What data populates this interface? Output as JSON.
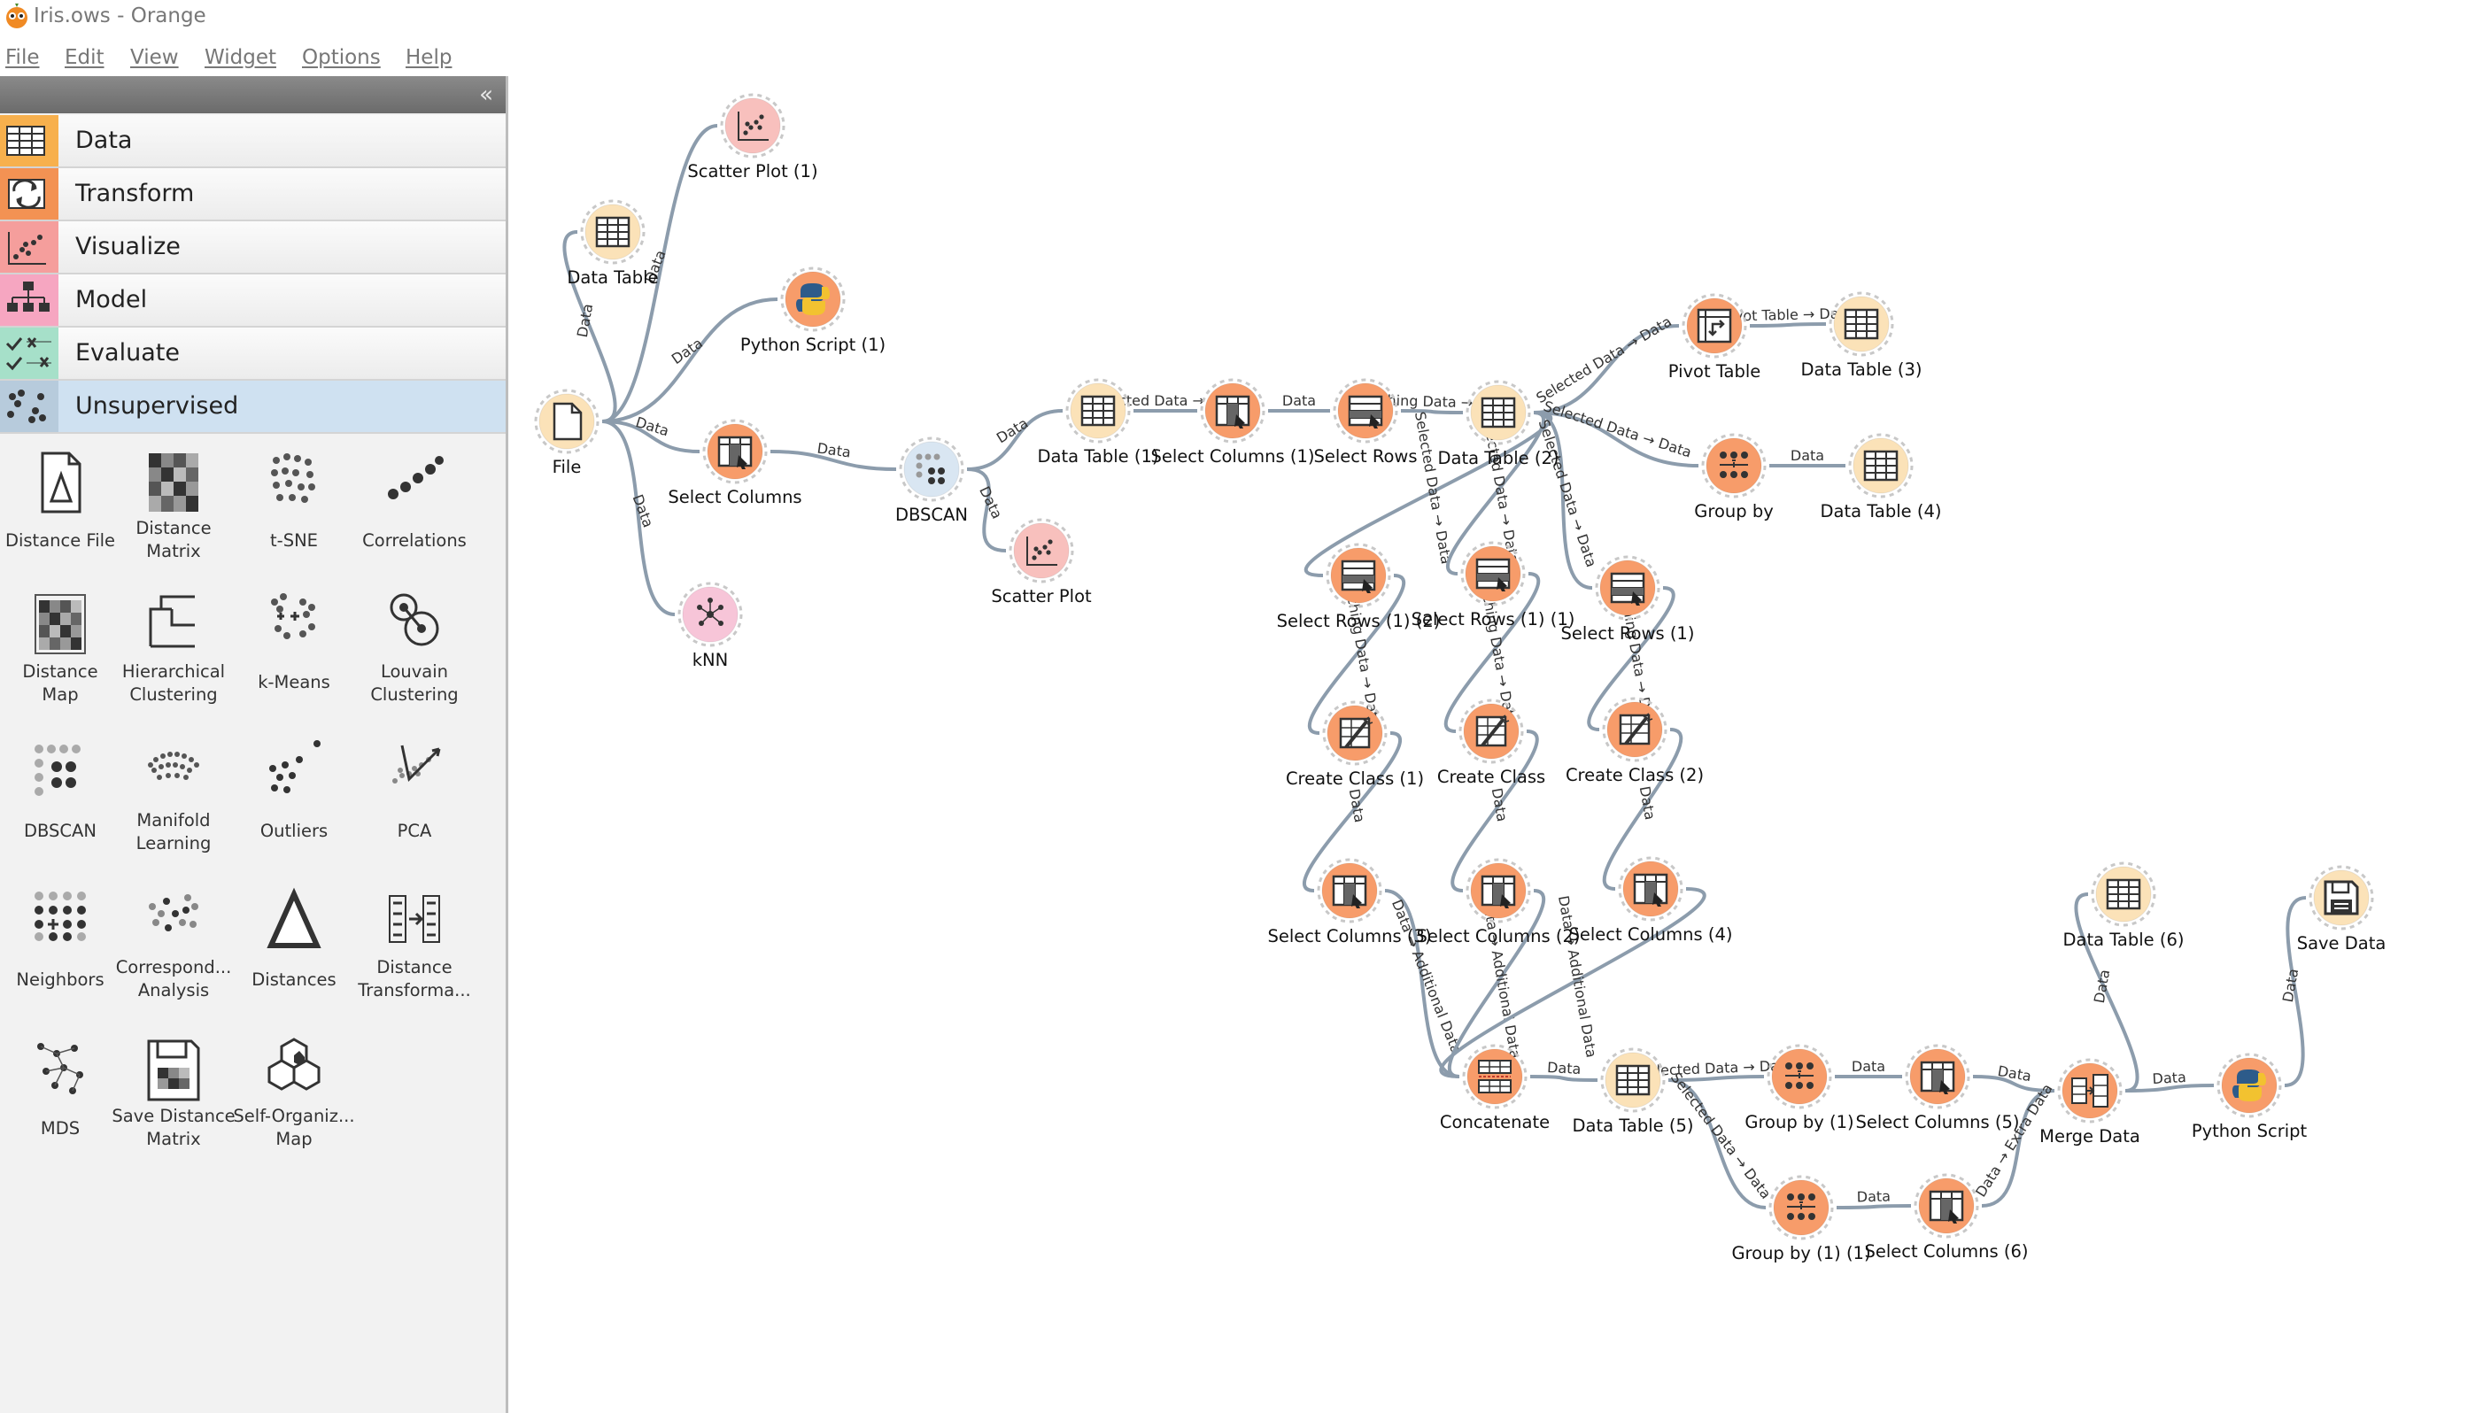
{
  "window": {
    "title": "Iris.ows - Orange"
  },
  "menu": [
    "File",
    "Edit",
    "View",
    "Widget",
    "Options",
    "Help"
  ],
  "dock": {
    "collapse_label": "«",
    "categories": [
      {
        "label": "Data",
        "color": "#f7b04d",
        "icon": "data-table-icon"
      },
      {
        "label": "Transform",
        "color": "#f39253",
        "icon": "transform-icon"
      },
      {
        "label": "Visualize",
        "color": "#f59e9c",
        "icon": "scatter-icon"
      },
      {
        "label": "Model",
        "color": "#f6a6c1",
        "icon": "tree-icon"
      },
      {
        "label": "Evaluate",
        "color": "#a6e0c9",
        "icon": "evaluate-icon"
      },
      {
        "label": "Unsupervised",
        "color": "#b7cbdc",
        "icon": "cluster-icon"
      }
    ],
    "tools": [
      {
        "label": "Distance File",
        "icon": "distance-file-icon"
      },
      {
        "label": "Distance\nMatrix",
        "icon": "distance-matrix-icon"
      },
      {
        "label": "t-SNE",
        "icon": "tsne-icon"
      },
      {
        "label": "Correlations",
        "icon": "correlations-icon"
      },
      {
        "label": "Distance\nMap",
        "icon": "distance-map-icon"
      },
      {
        "label": "Hierarchical\nClustering",
        "icon": "hierarchical-clustering-icon"
      },
      {
        "label": "k-Means",
        "icon": "kmeans-icon"
      },
      {
        "label": "Louvain\nClustering",
        "icon": "louvain-icon"
      },
      {
        "label": "DBSCAN",
        "icon": "dbscan-icon"
      },
      {
        "label": "Manifold\nLearning",
        "icon": "manifold-icon"
      },
      {
        "label": "Outliers",
        "icon": "outliers-icon"
      },
      {
        "label": "PCA",
        "icon": "pca-icon"
      },
      {
        "label": "Neighbors",
        "icon": "neighbors-icon"
      },
      {
        "label": "Correspond...\nAnalysis",
        "icon": "correspondence-icon"
      },
      {
        "label": "Distances",
        "icon": "distances-icon"
      },
      {
        "label": "Distance\nTransforma...",
        "icon": "distance-transformation-icon"
      },
      {
        "label": "MDS",
        "icon": "mds-icon"
      },
      {
        "label": "Save Distance\nMatrix",
        "icon": "save-distance-icon"
      },
      {
        "label": "Self-Organiz...\nMap",
        "icon": "som-icon"
      }
    ]
  },
  "colors": {
    "data": "#fbe2b8",
    "transform": "#f79c6a",
    "visualize": "#f8c0bd",
    "model": "#f7c5d8",
    "unsupervised": "#d9e6f2",
    "link": "#8c9cac"
  },
  "nodes": [
    {
      "id": "file",
      "label": "File",
      "cat": "data",
      "icon": "file-icon"
    },
    {
      "id": "dt",
      "label": "Data Table",
      "cat": "data",
      "icon": "table-icon"
    },
    {
      "id": "sp1",
      "label": "Scatter Plot (1)",
      "cat": "visualize",
      "icon": "scatter-icon"
    },
    {
      "id": "py1",
      "label": "Python Script (1)",
      "cat": "transform",
      "icon": "python-icon"
    },
    {
      "id": "selcols",
      "label": "Select Columns",
      "cat": "transform",
      "icon": "select-columns-icon"
    },
    {
      "id": "knn",
      "label": "kNN",
      "cat": "model",
      "icon": "knn-icon"
    },
    {
      "id": "dbscan",
      "label": "DBSCAN",
      "cat": "unsupervised",
      "icon": "dbscan-icon"
    },
    {
      "id": "sp",
      "label": "Scatter Plot",
      "cat": "visualize",
      "icon": "scatter-icon"
    },
    {
      "id": "dt1",
      "label": "Data Table (1)",
      "cat": "data",
      "icon": "table-icon"
    },
    {
      "id": "sc1",
      "label": "Select Columns (1)",
      "cat": "transform",
      "icon": "select-columns-icon"
    },
    {
      "id": "sr",
      "label": "Select Rows",
      "cat": "transform",
      "icon": "select-rows-icon"
    },
    {
      "id": "dt2",
      "label": "Data Table (2)",
      "cat": "data",
      "icon": "table-icon"
    },
    {
      "id": "pivot",
      "label": "Pivot Table",
      "cat": "transform",
      "icon": "pivot-icon"
    },
    {
      "id": "dt3",
      "label": "Data Table (3)",
      "cat": "data",
      "icon": "table-icon"
    },
    {
      "id": "gb",
      "label": "Group by",
      "cat": "transform",
      "icon": "group-by-icon"
    },
    {
      "id": "dt4",
      "label": "Data Table (4)",
      "cat": "data",
      "icon": "table-icon"
    },
    {
      "id": "sr12",
      "label": "Select Rows (1) (2)",
      "cat": "transform",
      "icon": "select-rows-icon"
    },
    {
      "id": "sr11",
      "label": "Select Rows (1) (1)",
      "cat": "transform",
      "icon": "select-rows-icon"
    },
    {
      "id": "sr1",
      "label": "Select Rows (1)",
      "cat": "transform",
      "icon": "select-rows-icon"
    },
    {
      "id": "cc1",
      "label": "Create Class (1)",
      "cat": "transform",
      "icon": "create-class-icon"
    },
    {
      "id": "cc",
      "label": "Create Class",
      "cat": "transform",
      "icon": "create-class-icon"
    },
    {
      "id": "cc2",
      "label": "Create Class (2)",
      "cat": "transform",
      "icon": "create-class-icon"
    },
    {
      "id": "sc3",
      "label": "Select Columns (3)",
      "cat": "transform",
      "icon": "select-columns-icon"
    },
    {
      "id": "sc2",
      "label": "Select Columns (2)",
      "cat": "transform",
      "icon": "select-columns-icon"
    },
    {
      "id": "sc4",
      "label": "Select Columns (4)",
      "cat": "transform",
      "icon": "select-columns-icon"
    },
    {
      "id": "concat",
      "label": "Concatenate",
      "cat": "transform",
      "icon": "concatenate-icon"
    },
    {
      "id": "dt5",
      "label": "Data Table (5)",
      "cat": "data",
      "icon": "table-icon"
    },
    {
      "id": "gb1",
      "label": "Group by (1)",
      "cat": "transform",
      "icon": "group-by-icon"
    },
    {
      "id": "sc5",
      "label": "Select Columns (5)",
      "cat": "transform",
      "icon": "select-columns-icon"
    },
    {
      "id": "gb11",
      "label": "Group by (1) (1)",
      "cat": "transform",
      "icon": "group-by-icon"
    },
    {
      "id": "sc6",
      "label": "Select Columns (6)",
      "cat": "transform",
      "icon": "select-columns-icon"
    },
    {
      "id": "merge",
      "label": "Merge Data",
      "cat": "transform",
      "icon": "merge-icon"
    },
    {
      "id": "dt6",
      "label": "Data Table (6)",
      "cat": "data",
      "icon": "table-icon"
    },
    {
      "id": "py",
      "label": "Python Script",
      "cat": "transform",
      "icon": "python-icon"
    },
    {
      "id": "save",
      "label": "Save Data",
      "cat": "data",
      "icon": "save-icon"
    }
  ],
  "links": [
    {
      "from": "file",
      "to": "dt",
      "label": "Data"
    },
    {
      "from": "file",
      "to": "sp1",
      "label": "Data"
    },
    {
      "from": "file",
      "to": "py1",
      "label": "Data"
    },
    {
      "from": "file",
      "to": "selcols",
      "label": "Data"
    },
    {
      "from": "file",
      "to": "knn",
      "label": "Data"
    },
    {
      "from": "selcols",
      "to": "dbscan",
      "label": "Data"
    },
    {
      "from": "dbscan",
      "to": "dt1",
      "label": "Data"
    },
    {
      "from": "dbscan",
      "to": "sp",
      "label": "Data"
    },
    {
      "from": "dt1",
      "to": "sc1",
      "label": "Selected Data → Data"
    },
    {
      "from": "sc1",
      "to": "sr",
      "label": "Data"
    },
    {
      "from": "sr",
      "to": "dt2",
      "label": "Matching Data → Data"
    },
    {
      "from": "dt2",
      "to": "pivot",
      "label": "Selected Data → Data"
    },
    {
      "from": "pivot",
      "to": "dt3",
      "label": "Pivot Table → Data"
    },
    {
      "from": "dt2",
      "to": "gb",
      "label": "Selected Data → Data"
    },
    {
      "from": "gb",
      "to": "dt4",
      "label": "Data"
    },
    {
      "from": "dt2",
      "to": "sr12",
      "label": "Selected Data → Data"
    },
    {
      "from": "dt2",
      "to": "sr11",
      "label": "Selected Data → Data"
    },
    {
      "from": "dt2",
      "to": "sr1",
      "label": "Selected Data → Data"
    },
    {
      "from": "sr12",
      "to": "cc1",
      "label": "Matching Data → Data"
    },
    {
      "from": "sr11",
      "to": "cc",
      "label": "Matching Data → Data"
    },
    {
      "from": "sr1",
      "to": "cc2",
      "label": "Matching Data → Data"
    },
    {
      "from": "cc1",
      "to": "sc3",
      "label": "Data"
    },
    {
      "from": "cc",
      "to": "sc2",
      "label": "Data"
    },
    {
      "from": "cc2",
      "to": "sc4",
      "label": "Data"
    },
    {
      "from": "sc3",
      "to": "concat",
      "label": "Data → Additional Data"
    },
    {
      "from": "sc2",
      "to": "concat",
      "label": "Data → Additional Data"
    },
    {
      "from": "sc4",
      "to": "concat",
      "label": "Data → Additional Data"
    },
    {
      "from": "concat",
      "to": "dt5",
      "label": "Data"
    },
    {
      "from": "dt5",
      "to": "gb1",
      "label": "Selected Data → Data"
    },
    {
      "from": "gb1",
      "to": "sc5",
      "label": "Data"
    },
    {
      "from": "dt5",
      "to": "gb11",
      "label": "Selected Data → Data"
    },
    {
      "from": "gb11",
      "to": "sc6",
      "label": "Data"
    },
    {
      "from": "sc5",
      "to": "merge",
      "label": "Data"
    },
    {
      "from": "sc6",
      "to": "merge",
      "label": "Data → Extra Data"
    },
    {
      "from": "merge",
      "to": "dt6",
      "label": "Data"
    },
    {
      "from": "merge",
      "to": "py",
      "label": "Data"
    },
    {
      "from": "py",
      "to": "save",
      "label": "Data"
    }
  ]
}
